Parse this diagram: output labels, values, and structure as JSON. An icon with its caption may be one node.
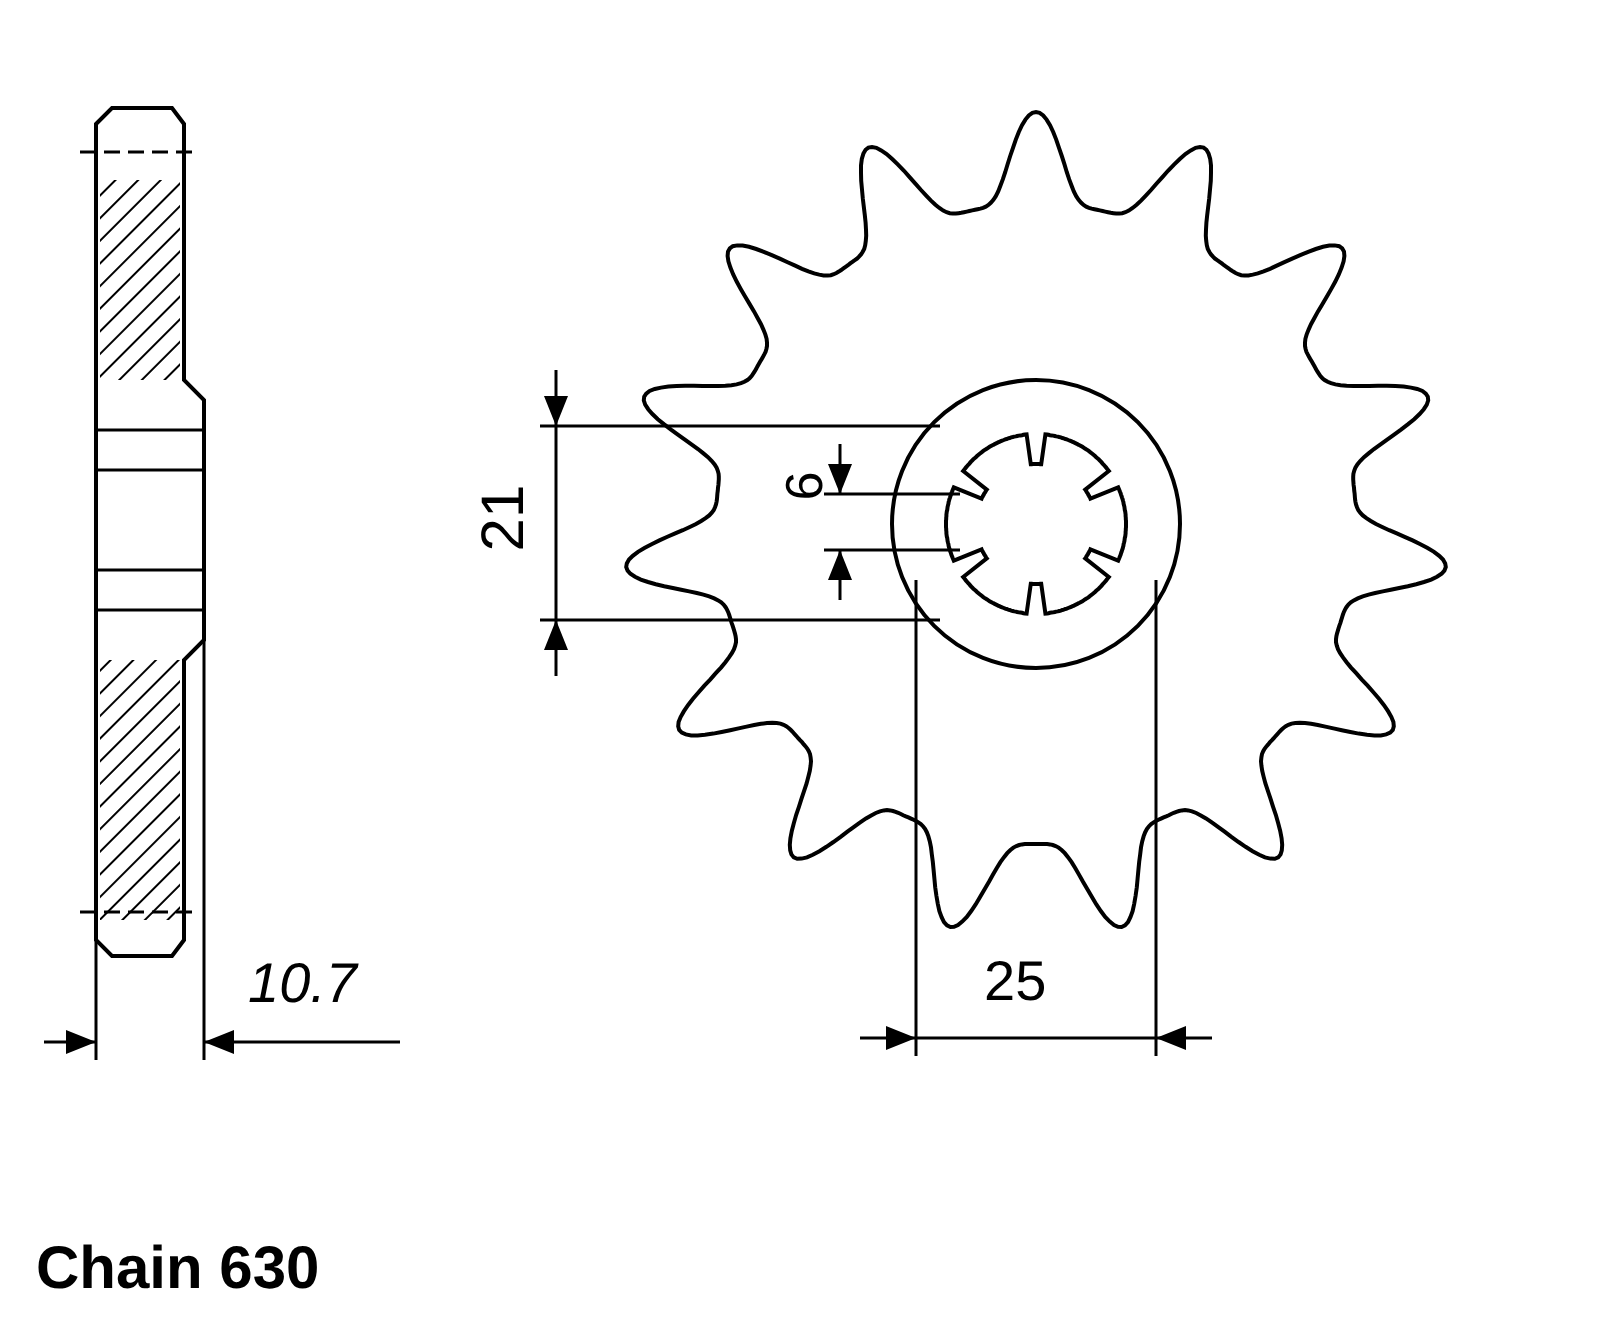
{
  "diagram": {
    "labels": [
      "21",
      "6",
      "10.7",
      "25",
      "Chain 630"
    ]
  }
}
